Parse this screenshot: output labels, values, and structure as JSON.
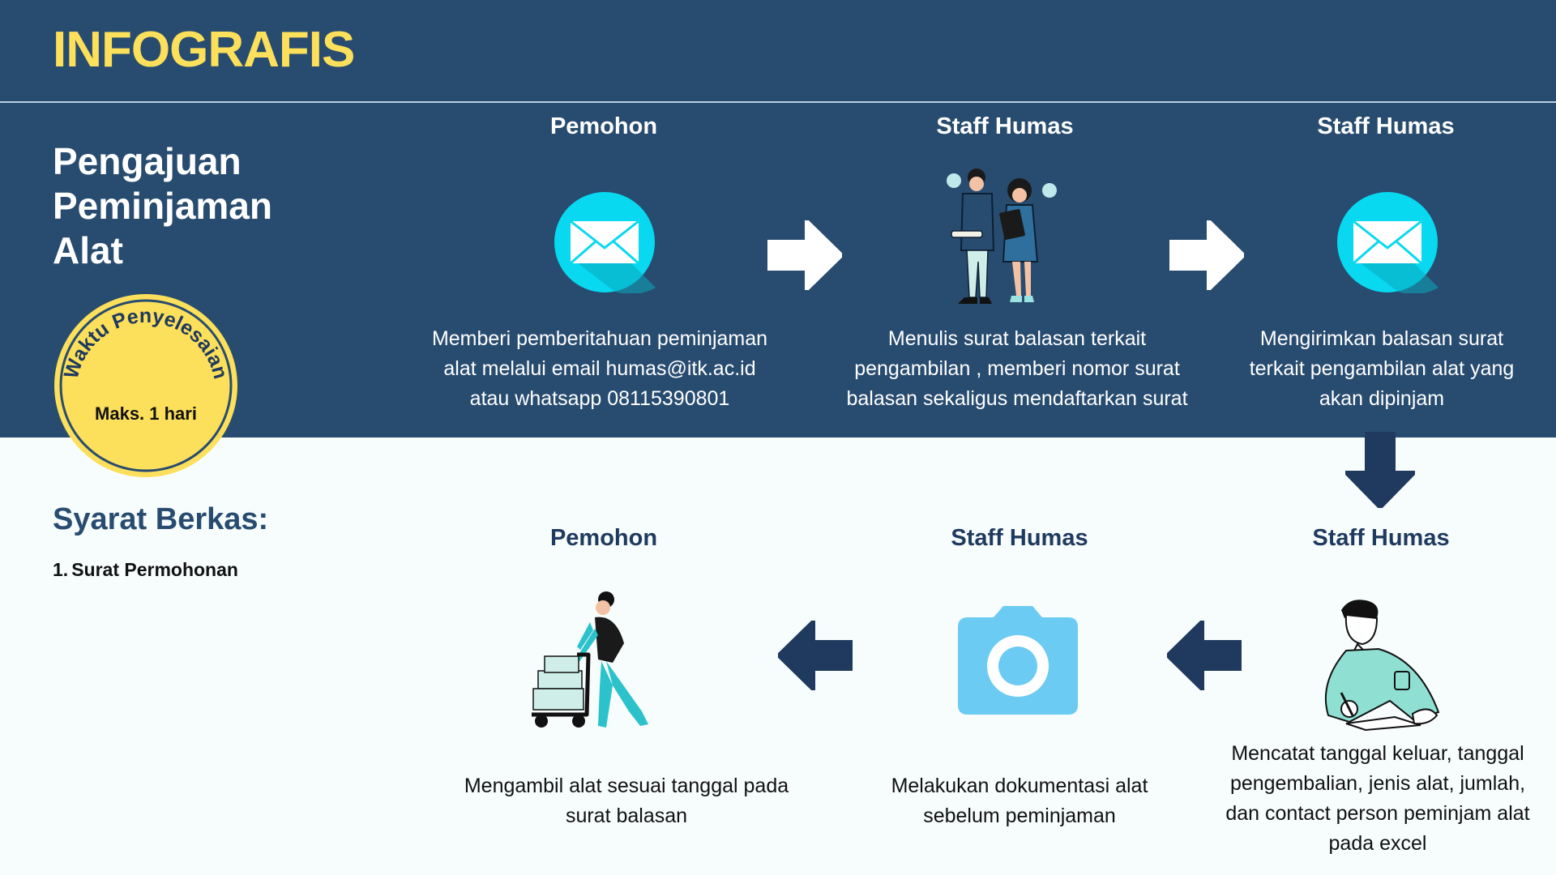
{
  "header": {
    "title": "INFOGRAFIS",
    "subtitle_lines": [
      "Pengajuan",
      "Peminjaman",
      "Alat"
    ]
  },
  "badge": {
    "arc_text": "Waktu Penyelesaian",
    "value": "Maks. 1 hari"
  },
  "requirements": {
    "title": "Syarat Berkas:",
    "items": [
      {
        "num": "1.",
        "text": "Surat Permohonan"
      }
    ]
  },
  "steps": [
    {
      "actor": "Pemohon",
      "icon": "envelope-icon",
      "desc_lines": [
        "Memberi pemberitahuan peminjaman",
        "alat melalui email humas@itk.ac.id",
        "atau whatsapp 08115390801"
      ]
    },
    {
      "actor": "Staff Humas",
      "icon": "staff-people-illustration",
      "desc_lines": [
        "Menulis surat balasan terkait",
        "pengambilan , memberi nomor surat",
        "balasan sekaligus mendaftarkan surat"
      ]
    },
    {
      "actor": "Staff Humas",
      "icon": "envelope-icon",
      "desc_lines": [
        "Mengirimkan balasan surat",
        "terkait pengambilan alat yang",
        "akan dipinjam"
      ]
    },
    {
      "actor": "Staff Humas",
      "icon": "man-writing-illustration",
      "desc_lines": [
        "Mencatat tanggal keluar, tanggal",
        "pengembalian, jenis alat, jumlah,",
        "dan contact person peminjam alat",
        "pada excel"
      ]
    },
    {
      "actor": "Staff Humas",
      "icon": "camera-icon",
      "desc_lines": [
        "Melakukan dokumentasi alat",
        "sebelum peminjaman"
      ]
    },
    {
      "actor": "Pemohon",
      "icon": "person-pushing-cart-illustration",
      "desc_lines": [
        "Mengambil alat sesuai tanggal pada",
        "surat balasan"
      ]
    }
  ],
  "colors": {
    "band": "#284c70",
    "accent_yellow": "#fcdf5a",
    "envelope_cyan": "#08d8f0",
    "camera_blue": "#6ccbf3",
    "arrow_navy": "#1f3a5e",
    "arrow_white": "#ffffff"
  }
}
